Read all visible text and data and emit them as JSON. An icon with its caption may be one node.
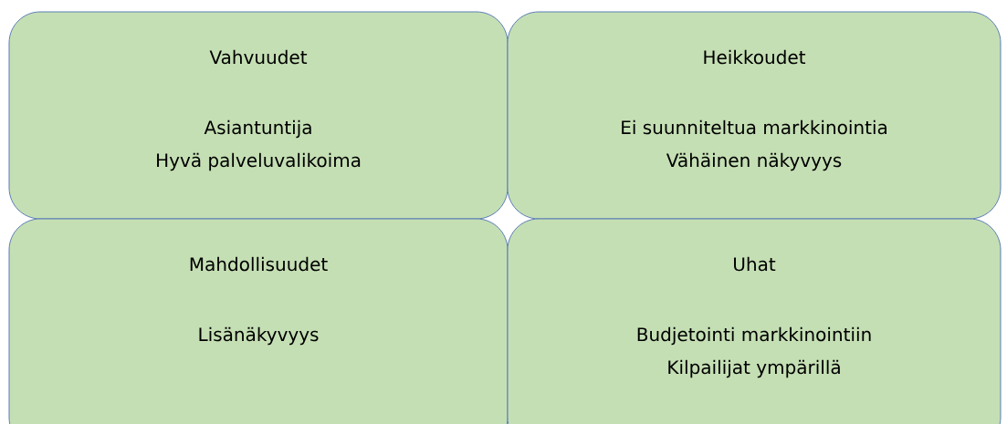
{
  "diagram": {
    "nodes": [
      {
        "text": [
          "Vahvuudet",
          "Asiantuntija",
          "Hyvä palveluvalikoima"
        ]
      },
      {
        "text": [
          "Heikkoudet",
          "Ei suunniteltua markkinointia",
          "Vähäinen näkyvyys"
        ]
      },
      {
        "text": [
          "Mahdollisuudet",
          "Lisänäkyvyys"
        ]
      },
      {
        "text": [
          "Uhat",
          "Budjetointi markkinointiin",
          "Kilpailijat ympärillä"
        ]
      }
    ]
  }
}
